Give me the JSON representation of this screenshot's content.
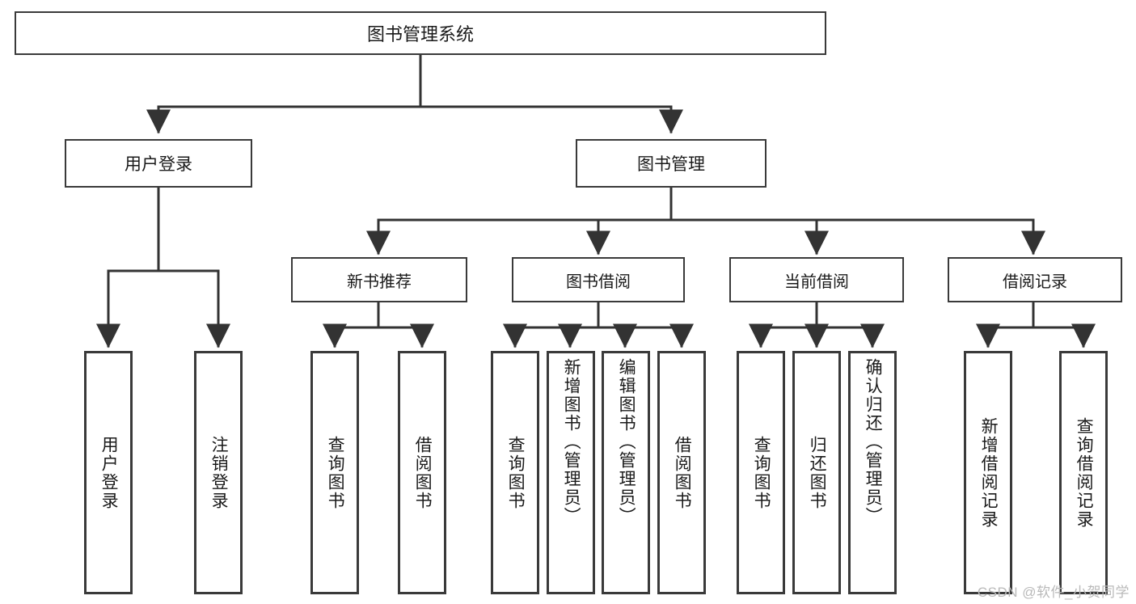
{
  "diagram": {
    "type": "tree",
    "title": "图书管理系统",
    "root": {
      "label": "图书管理系统"
    },
    "level1": [
      {
        "label": "用户登录"
      },
      {
        "label": "图书管理"
      }
    ],
    "level2": [
      {
        "label": "新书推荐"
      },
      {
        "label": "图书借阅"
      },
      {
        "label": "当前借阅"
      },
      {
        "label": "借阅记录"
      }
    ],
    "leaves": {
      "user_login": [
        {
          "label": "用户登录"
        },
        {
          "label": "注销登录"
        }
      ],
      "new_book_recommend": [
        {
          "label": "查询图书"
        },
        {
          "label": "借阅图书"
        }
      ],
      "book_borrow": [
        {
          "label": "查询图书"
        },
        {
          "label": "新增图书（管理员）"
        },
        {
          "label": "编辑图书（管理员）"
        },
        {
          "label": "借阅图书"
        }
      ],
      "current_borrow": [
        {
          "label": "查询图书"
        },
        {
          "label": "归还图书"
        },
        {
          "label": "确认归还（管理员）"
        }
      ],
      "borrow_record": [
        {
          "label": "新增借阅记录"
        },
        {
          "label": "查询借阅记录"
        }
      ]
    }
  },
  "watermark": {
    "text": "CSDN @软件_小贺同学"
  },
  "colors": {
    "box_border": "#3a3a3a",
    "box_fill": "#ffffff",
    "line": "#333333",
    "text": "#1a1a1a",
    "watermark": "#b9b9b9",
    "background": "#ffffff"
  }
}
